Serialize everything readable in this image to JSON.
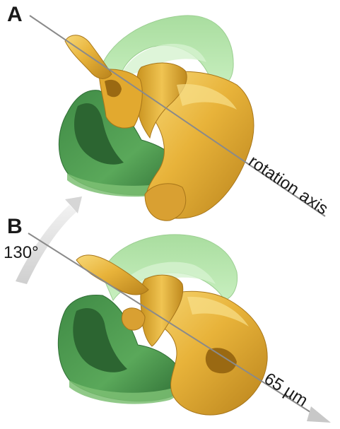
{
  "figure": {
    "panels": [
      {
        "label": "A"
      },
      {
        "label": "B"
      }
    ],
    "annotations": {
      "rotation_axis": "rotation axis",
      "rotation_angle": "130°",
      "scale": "65 µm"
    },
    "colors": {
      "background": "#ffffff",
      "structure_gold": "#e8b33a",
      "structure_gold_shadow": "#b9831c",
      "structure_gold_highlight": "#f7d877",
      "light_green": "#b6e6ad",
      "light_green_shadow": "#8fcf86",
      "dark_green": "#4e9a50",
      "dark_green_shadow": "#2f6e35",
      "axis_line": "#8a8a8a",
      "rotation_arrow": "#d9d9d9"
    }
  }
}
